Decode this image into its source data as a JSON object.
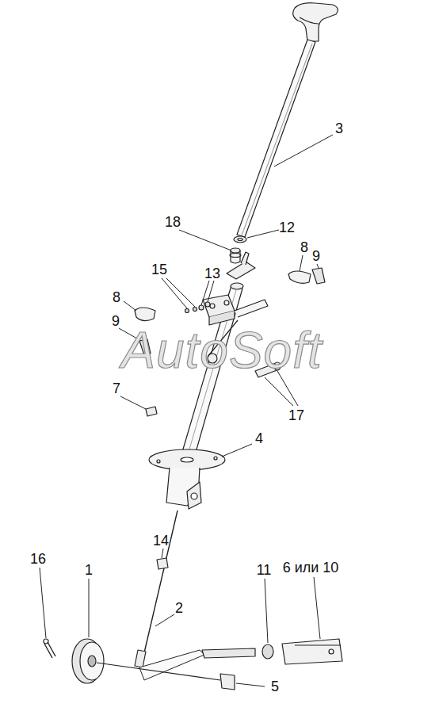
{
  "diagram": {
    "labels": [
      "3",
      "18",
      "12",
      "15",
      "13",
      "8",
      "9",
      "9",
      "8",
      "7",
      "17",
      "4",
      "14",
      "16",
      "1",
      "2",
      "11",
      "6 или 10",
      "5",
      "AutoSoft"
    ]
  }
}
